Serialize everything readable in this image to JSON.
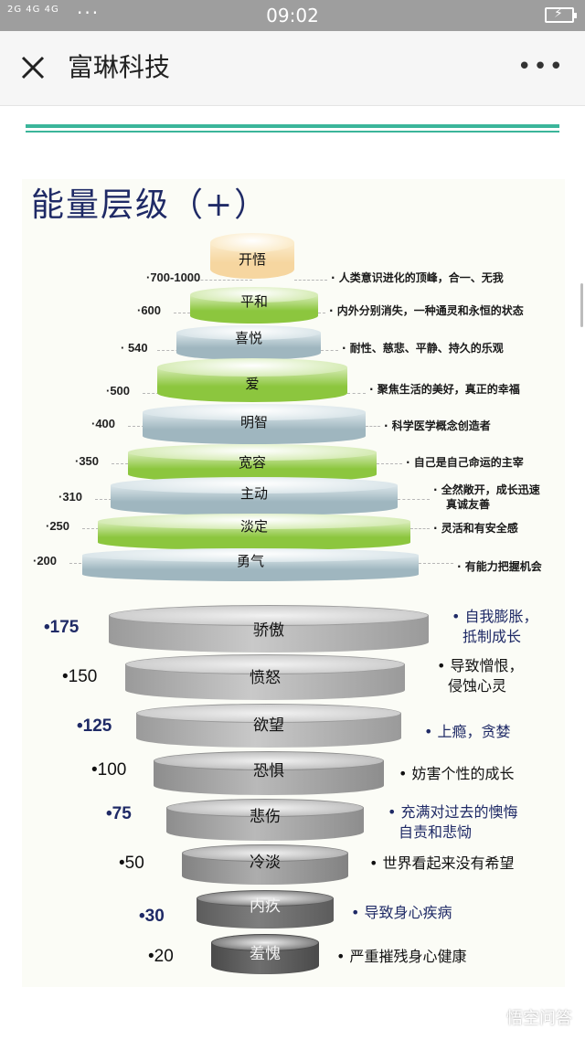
{
  "status_bar": {
    "signal": "2G 4G 4G",
    "time": "09:02"
  },
  "nav": {
    "title": "富琳科技"
  },
  "figure": {
    "title": "能量层级（+）",
    "upper_levels": [
      {
        "name": "开悟",
        "value": "·700-1000",
        "desc": "· 人类意识进化的顶峰，合一、无我"
      },
      {
        "name": "平和",
        "value": "·600",
        "desc": "· 内外分别消失，一种通灵和永恒的状态"
      },
      {
        "name": "喜悦",
        "value": "· 540",
        "desc": "· 耐性、慈悲、平静、持久的乐观"
      },
      {
        "name": "爱",
        "value": "·500",
        "desc": "· 聚焦生活的美好，真正的幸福"
      },
      {
        "name": "明智",
        "value": "·400",
        "desc": "· 科学医学概念创造者"
      },
      {
        "name": "宽容",
        "value": "·350",
        "desc": "· 自己是自己命运的主宰"
      },
      {
        "name": "主动",
        "value": "·310",
        "desc": "· 全然敞开，成长迅速 真诚友善"
      },
      {
        "name": "淡定",
        "value": "·250",
        "desc": "· 灵活和有安全感"
      },
      {
        "name": "勇气",
        "value": "·200",
        "desc": "· 有能力把握机会"
      }
    ],
    "lower_levels": [
      {
        "name": "骄傲",
        "value": "•175",
        "desc": "• 自我膨胀， 抵制成长"
      },
      {
        "name": "愤怒",
        "value": "•150",
        "desc": "• 导致憎恨， 侵蚀心灵"
      },
      {
        "name": "欲望",
        "value": "•125",
        "desc": "• 上瘾，贪婪"
      },
      {
        "name": "恐惧",
        "value": "•100",
        "desc": "• 妨害个性的成长"
      },
      {
        "name": "悲伤",
        "value": "•75",
        "desc": "• 充满对过去的懊悔 自责和悲恸"
      },
      {
        "name": "冷淡",
        "value": "•50",
        "desc": "• 世界看起来没有希望"
      },
      {
        "name": "内疚",
        "value": "•30",
        "desc": "• 导致身心疾病"
      },
      {
        "name": "羞愧",
        "value": "•20",
        "desc": "• 严重摧残身心健康"
      }
    ]
  },
  "watermark": "悟空问答",
  "colors": {
    "teal_rule": "#3bb59a",
    "title_navy": "#1f2a66",
    "green": "#8cc63e",
    "steel": "#9fb6bf",
    "gray": "#9a9a9a",
    "dark": "#4a4a4a"
  }
}
